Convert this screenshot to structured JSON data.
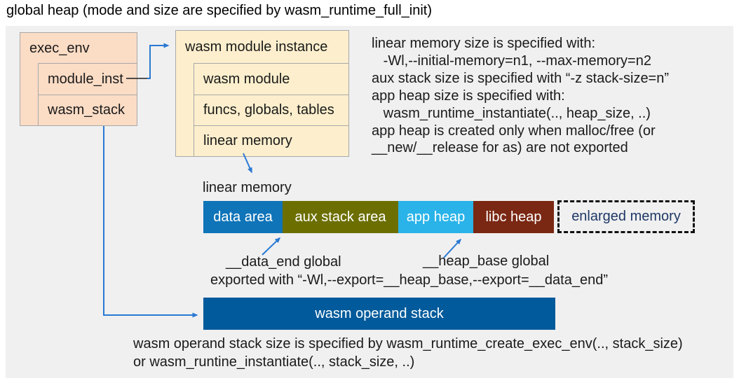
{
  "title": "global heap (mode and size are specified by wasm_runtime_full_init)",
  "exec_env": {
    "title": "exec_env",
    "fields": [
      "module_inst",
      "wasm_stack"
    ]
  },
  "module_instance": {
    "title": "wasm module instance",
    "fields": [
      "wasm module",
      "funcs, globals, tables",
      "linear memory"
    ]
  },
  "notes_right": {
    "lines": [
      "linear memory size is specified with:",
      "   -Wl,--initial-memory=n1, --max-memory=n2",
      "aux stack size is specified with “-z stack-size=n”",
      "app heap size is specified with:",
      "   wasm_runtime_instantiate(.., heap_size, ..)",
      "app heap is created only when malloc/free (or",
      "__new/__release for as) are not exported"
    ]
  },
  "linear_memory": {
    "label": "linear memory",
    "segments": [
      {
        "label": "data area",
        "color": "#0f74b8"
      },
      {
        "label": "aux stack area",
        "color": "#6c6f00"
      },
      {
        "label": "app heap",
        "color": "#29b3e8"
      },
      {
        "label": "libc heap",
        "color": "#7a2813"
      },
      {
        "label": "enlarged memory",
        "color": "dashed-outline"
      }
    ],
    "data_end_label": "__data_end global",
    "heap_base_label": "__heap_base global",
    "export_note": "exported with “-Wl,--export=__heap_base,--export=__data_end”"
  },
  "operand_stack": {
    "label": "wasm operand stack",
    "notes": [
      "wasm operand stack size is specified by wasm_runtime_create_exec_env(.., stack_size)",
      "or wasm_runtine_instantiate(.., stack_size, ..)"
    ]
  },
  "colors": {
    "backdrop": "#f0f0f1",
    "exec_env_box": "#fbdcc5",
    "module_instance_box": "#fdefcd",
    "box_border": "#a8a8a8",
    "operand_stack_bar": "#015a9b",
    "arrow": "#2979d2",
    "enlarged_memory_text": "#1f3864"
  }
}
